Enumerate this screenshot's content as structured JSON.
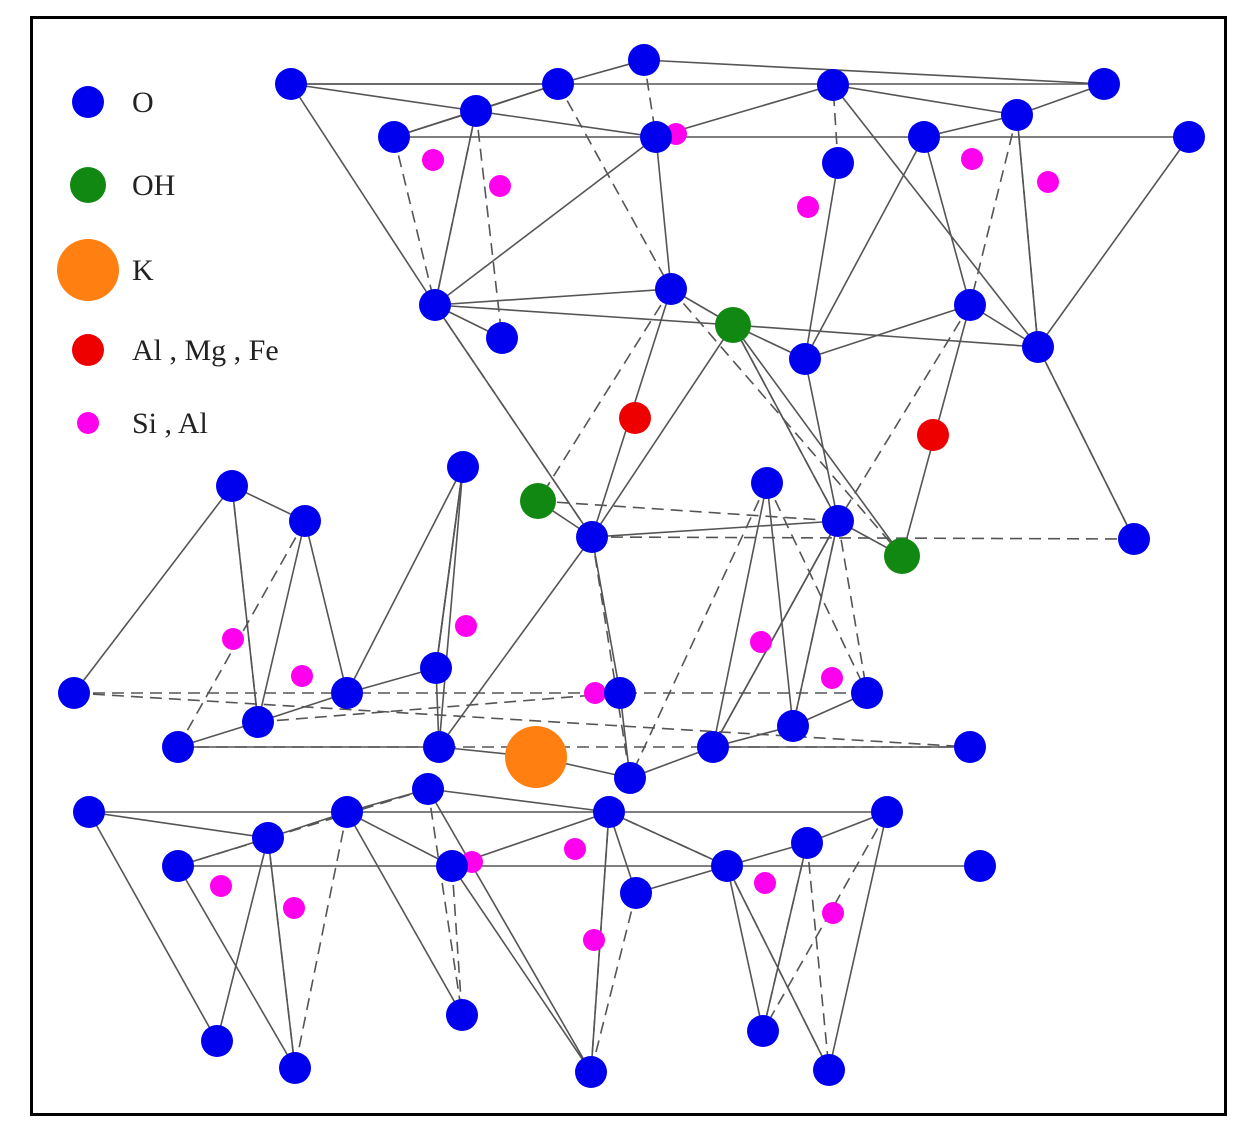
{
  "legend": [
    {
      "key": "O",
      "label": "O",
      "color": "#0000ee",
      "atom": "oxygen"
    },
    {
      "key": "OH",
      "label": "OH",
      "color": "#118811",
      "atom": "hydroxyl"
    },
    {
      "key": "K",
      "label": "K",
      "color": "#ff7f11",
      "atom": "potassium"
    },
    {
      "key": "AlMgFe",
      "label": "Al , Mg , Fe",
      "color": "#ee0000",
      "atom": "octahedral-cation"
    },
    {
      "key": "SiAl",
      "label": "Si , Al",
      "color": "#ff00ee",
      "atom": "tetrahedral-cation"
    }
  ],
  "colors": {
    "O": "#0000ee",
    "OH": "#118811",
    "K": "#ff7f11",
    "AlMgFe": "#ee0000",
    "SiAl": "#ff00ee",
    "bond": "#555555",
    "frame": "#000000"
  }
}
